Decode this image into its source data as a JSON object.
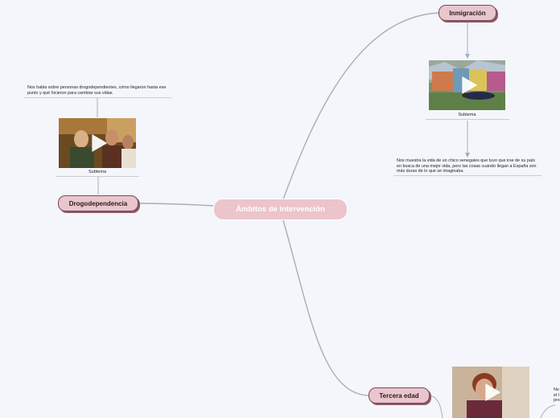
{
  "central": {
    "label": "Ámbitos de intervención"
  },
  "branches": {
    "inmigracion": {
      "label": "Inmigración",
      "video_caption": "Subtema",
      "description": "Nos muestra la vida de un chico senegales que tuvo que irse de su país en busca de una mejor vida, pero las cosas cuando llegan a España son más duras de lo que se imaginaba."
    },
    "drogodependencia": {
      "label": "Drogodependencia",
      "video_caption": "Subtema",
      "description": "Nos habla sobre personas drogodependientes, cómo llegaron hasta ese punto y qué hicieron para cambiar sus vidas."
    },
    "tercera_edad": {
      "label": "Tercera edad",
      "description_partial": [
        "No",
        "el l",
        "pro"
      ]
    }
  },
  "icons": {
    "video_play": "play-icon"
  },
  "colors": {
    "background": "#f4f6fc",
    "node_fill": "#e9c6ce",
    "node_border": "#7a4a55",
    "link": "#a9adb8",
    "central_text": "#ffffff"
  }
}
